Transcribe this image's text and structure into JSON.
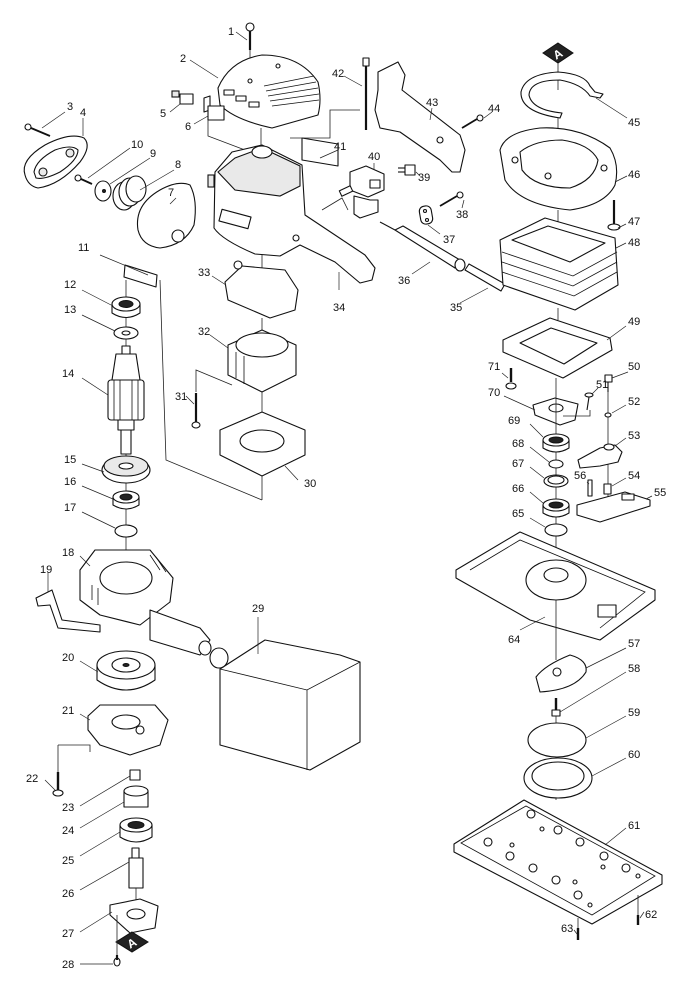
{
  "diagram": {
    "title": "Exploded parts diagram",
    "reference_marker": "A",
    "callouts": [
      {
        "id": "1",
        "label": "1"
      },
      {
        "id": "2",
        "label": "2"
      },
      {
        "id": "3",
        "label": "3"
      },
      {
        "id": "4",
        "label": "4"
      },
      {
        "id": "5",
        "label": "5"
      },
      {
        "id": "6",
        "label": "6"
      },
      {
        "id": "7",
        "label": "7"
      },
      {
        "id": "8",
        "label": "8"
      },
      {
        "id": "9",
        "label": "9"
      },
      {
        "id": "10",
        "label": "10"
      },
      {
        "id": "11",
        "label": "11"
      },
      {
        "id": "12",
        "label": "12"
      },
      {
        "id": "13",
        "label": "13"
      },
      {
        "id": "14",
        "label": "14"
      },
      {
        "id": "15",
        "label": "15"
      },
      {
        "id": "16",
        "label": "16"
      },
      {
        "id": "17",
        "label": "17"
      },
      {
        "id": "18",
        "label": "18"
      },
      {
        "id": "19",
        "label": "19"
      },
      {
        "id": "20",
        "label": "20"
      },
      {
        "id": "21",
        "label": "21"
      },
      {
        "id": "22",
        "label": "22"
      },
      {
        "id": "23",
        "label": "23"
      },
      {
        "id": "24",
        "label": "24"
      },
      {
        "id": "25",
        "label": "25"
      },
      {
        "id": "26",
        "label": "26"
      },
      {
        "id": "27",
        "label": "27"
      },
      {
        "id": "28",
        "label": "28"
      },
      {
        "id": "29",
        "label": "29"
      },
      {
        "id": "30",
        "label": "30"
      },
      {
        "id": "31",
        "label": "31"
      },
      {
        "id": "32",
        "label": "32"
      },
      {
        "id": "33",
        "label": "33"
      },
      {
        "id": "34",
        "label": "34"
      },
      {
        "id": "35",
        "label": "35"
      },
      {
        "id": "36",
        "label": "36"
      },
      {
        "id": "37",
        "label": "37"
      },
      {
        "id": "38",
        "label": "38"
      },
      {
        "id": "39",
        "label": "39"
      },
      {
        "id": "40",
        "label": "40"
      },
      {
        "id": "41",
        "label": "41"
      },
      {
        "id": "42",
        "label": "42"
      },
      {
        "id": "43",
        "label": "43"
      },
      {
        "id": "44",
        "label": "44"
      },
      {
        "id": "45",
        "label": "45"
      },
      {
        "id": "46",
        "label": "46"
      },
      {
        "id": "47",
        "label": "47"
      },
      {
        "id": "48",
        "label": "48"
      },
      {
        "id": "49",
        "label": "49"
      },
      {
        "id": "50",
        "label": "50"
      },
      {
        "id": "51",
        "label": "51"
      },
      {
        "id": "52",
        "label": "52"
      },
      {
        "id": "53",
        "label": "53"
      },
      {
        "id": "54",
        "label": "54"
      },
      {
        "id": "55",
        "label": "55"
      },
      {
        "id": "56",
        "label": "56"
      },
      {
        "id": "57",
        "label": "57"
      },
      {
        "id": "58",
        "label": "58"
      },
      {
        "id": "59",
        "label": "59"
      },
      {
        "id": "60",
        "label": "60"
      },
      {
        "id": "61",
        "label": "61"
      },
      {
        "id": "62",
        "label": "62"
      },
      {
        "id": "63",
        "label": "63"
      },
      {
        "id": "64",
        "label": "64"
      },
      {
        "id": "65",
        "label": "65"
      },
      {
        "id": "66",
        "label": "66"
      },
      {
        "id": "67",
        "label": "67"
      },
      {
        "id": "68",
        "label": "68"
      },
      {
        "id": "69",
        "label": "69"
      },
      {
        "id": "70",
        "label": "70"
      },
      {
        "id": "71",
        "label": "71"
      }
    ]
  }
}
